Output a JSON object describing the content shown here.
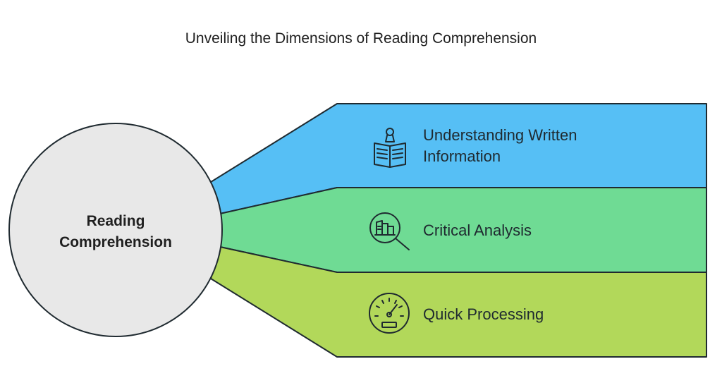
{
  "title": "Unveiling the Dimensions of Reading Comprehension",
  "center": {
    "line1": "Reading",
    "line2": "Comprehension"
  },
  "segments": [
    {
      "line1": "Understanding Written",
      "line2": "Information",
      "icon": "reading-book-icon",
      "color": "#56bff5"
    },
    {
      "line1": "Critical Analysis",
      "line2": "",
      "icon": "magnifying-glass-analysis-icon",
      "color": "#6fdb94"
    },
    {
      "line1": "Quick Processing",
      "line2": "",
      "icon": "speedometer-icon",
      "color": "#b2d85a"
    }
  ],
  "colors": {
    "circle_fill": "#e8e8e8",
    "outline": "#1f2a30"
  }
}
